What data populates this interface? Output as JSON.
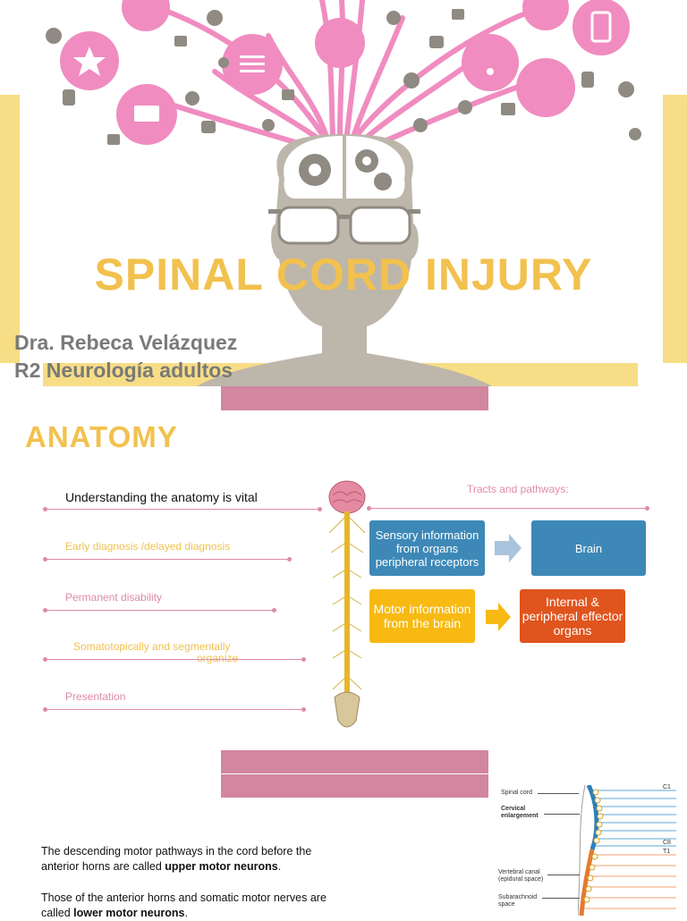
{
  "slide1": {
    "title": "SPINAL CORD INJURY",
    "author_name": "Dra. Rebeca Velázquez",
    "author_role": "R2 Neurología adultos"
  },
  "slide2": {
    "heading": "ANATOMY",
    "intro": "Understanding the anatomy is vital",
    "items": [
      "Early diagnosis /delayed diagnosis",
      "Permanent disability",
      "Somatotopically and segmentally",
      "organize",
      "Presentation"
    ],
    "tracts_label": "Tracts and pathways:",
    "boxes": {
      "sensory": "Sensory information from organs peripheral receptors",
      "brain": "Brain",
      "motor": "Motor information from the brain",
      "effector": "Internal & peripheral effector organs"
    },
    "colors": {
      "blue": "#3d88b7",
      "yellow": "#f8b912",
      "orange": "#e0541e",
      "pink_line": "#e08aa8",
      "title_yellow": "#f2c14e"
    }
  },
  "slide3": {
    "para1_a": "The descending motor pathways in the cord before the anterior horns are called ",
    "para1_b": "upper motor neurons",
    "para1_c": ".",
    "para2_a": "Those of the anterior horns and somatic motor nerves are called ",
    "para2_b": "lower motor neurons",
    "para2_c": ".",
    "figure_labels": {
      "spinal_cord": "Spinal cord",
      "cervical_1": "Cervical",
      "cervical_2": "enlargement",
      "vertebral_1": "Vertebral canal",
      "vertebral_2": "(epidural space)",
      "subarachnoid_1": "Subarachnoid",
      "subarachnoid_2": "space",
      "c1": "C1",
      "c8": "C8",
      "t1": "T1"
    }
  }
}
